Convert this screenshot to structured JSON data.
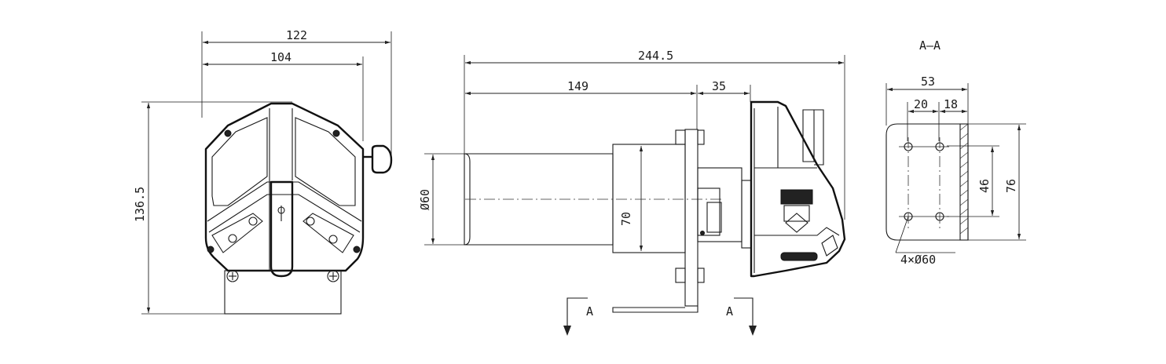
{
  "front_view": {
    "dim_width_outer": "122",
    "dim_width_inner": "104",
    "dim_height": "136.5"
  },
  "side_view": {
    "dim_total_length": "244.5",
    "dim_motor_length": "149",
    "dim_flange_offset": "35",
    "dim_motor_diameter": "Ø60",
    "dim_flange_height": "70",
    "section_mark_left": "A",
    "section_mark_right": "A"
  },
  "section_view": {
    "title": "A—A",
    "dim_bracket_width": "53",
    "dim_hole_offset_1": "20",
    "dim_hole_offset_2": "18",
    "dim_hole_spacing": "46",
    "dim_bracket_height": "76",
    "dim_holes": "4×Ø60"
  }
}
